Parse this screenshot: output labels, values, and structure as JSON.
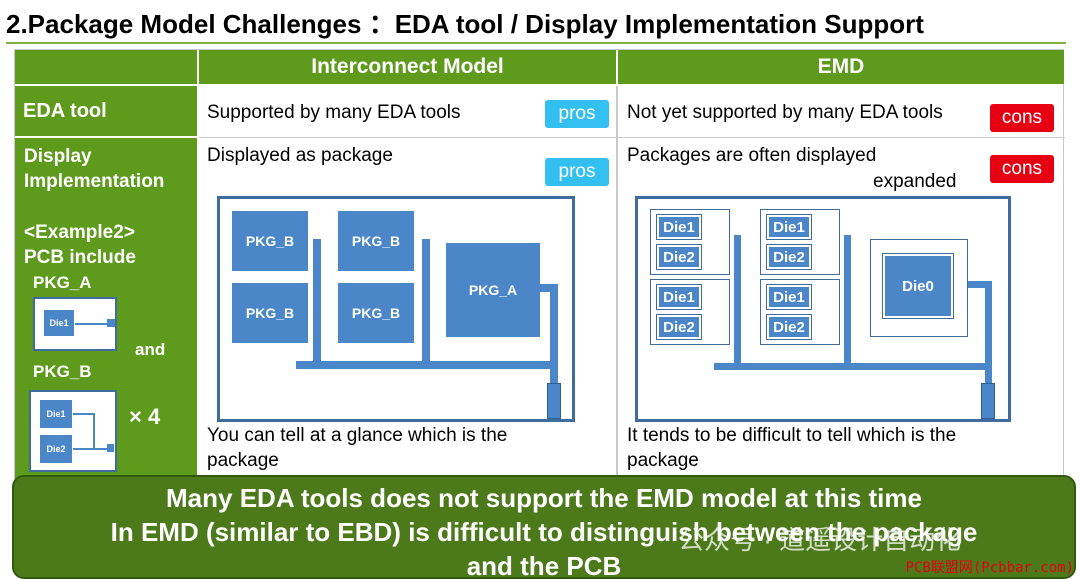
{
  "title": "2.Package Model Challenges  ：EDA tool / Display Implementation Support",
  "headers": {
    "col1": "Interconnect Model",
    "col2": "EMD"
  },
  "rows": {
    "eda": {
      "label": "EDA tool",
      "col1_text": "Supported by many EDA tools",
      "col1_tag": "pros",
      "col2_text": "Not yet supported by many EDA tools",
      "col2_tag": "cons"
    },
    "display": {
      "label_line1": "Display",
      "label_line2": "Implementation",
      "col1_text": "Displayed as package",
      "col1_tag": "pros",
      "col2_text_line1": "Packages are often displayed",
      "col2_text_line2": "expanded",
      "col2_tag": "cons",
      "col1_caption_line1": "You can tell at a glance which is the",
      "col1_caption_line2": "package",
      "col2_caption_line1": "It tends to be difficult to tell which is the",
      "col2_caption_line2": "package"
    }
  },
  "example": {
    "line1": "<Example2>",
    "line2": "PCB include",
    "pkg_a": "PKG_A",
    "and": "and",
    "pkg_b": "PKG_B",
    "times": "× 4",
    "mini_die": "Die1",
    "mini_die1": "Die1",
    "mini_die2": "Die2"
  },
  "diagram_left": {
    "pkg_b": "PKG_B",
    "pkg_a": "PKG_A"
  },
  "diagram_right": {
    "die1": "Die1",
    "die2": "Die2",
    "die0": "Die0"
  },
  "banner": {
    "line1": "Many EDA tools does not support the EMD model at this time",
    "line2": "In EMD (similar to EBD) is difficult to distinguish between the package",
    "line3": "and the PCB"
  },
  "watermark": {
    "text": "公众号 · 道遥设计自动化",
    "site": "PCB联盟网(Pcbbar.com)"
  },
  "colors": {
    "green": "#5e9a1c",
    "banner": "#4c7a1b",
    "pros": "#33bff0",
    "cons": "#e60012",
    "package_blue": "#4a86c8"
  }
}
